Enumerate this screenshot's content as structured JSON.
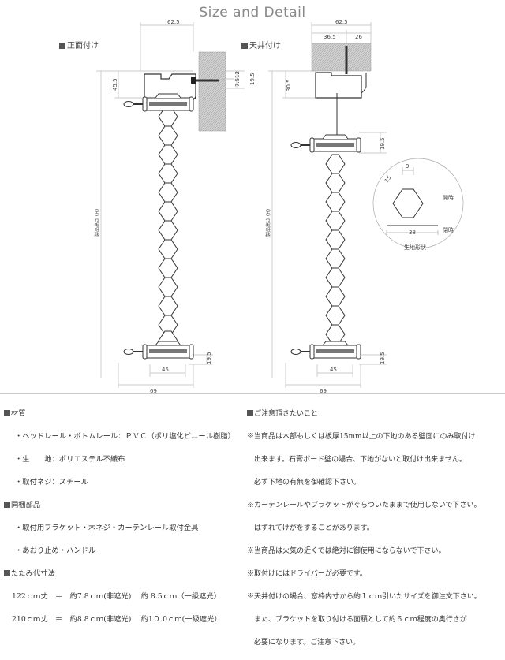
{
  "title": "Size and Detail",
  "front_mount": {
    "label": "正面付け",
    "dims": {
      "top": "62.5",
      "rail_h": "45.5",
      "screw_a": "7.5",
      "screw_b": "12",
      "rail_right": "19.5",
      "height": "製品高さ (H)",
      "bottom_rail": "19.5",
      "bottom_inner": "45",
      "bottom_outer": "69"
    }
  },
  "ceiling_mount": {
    "label": "天井付け",
    "dims": {
      "top": "62.5",
      "top_left": "36.5",
      "top_right": "26",
      "rail_h": "30.5",
      "upper_rail": "19.5",
      "height": "製品高さ (H)",
      "bottom_rail": "19.5",
      "bottom_inner": "45",
      "bottom_outer": "69"
    }
  },
  "fabric_detail": {
    "title": "生地形状",
    "side": "15",
    "top": "9",
    "width": "38",
    "state_hex": "開時",
    "state_flat": "閉時"
  },
  "materials": {
    "heading": "材質",
    "items": [
      "・ヘッドレール・ボトムレール：ＰＶＣ（ポリ塩化ビニール樹脂）",
      "・生　　地：ポリエステル不織布",
      "・取付ネジ：スチール"
    ]
  },
  "parts": {
    "heading": "同梱部品",
    "items": [
      "・取付用ブラケット・木ネジ・カーテンレール取付金具",
      "・あおり止め・ハンドル"
    ]
  },
  "folded": {
    "heading": "たたみ代寸法",
    "rows": [
      "122ｃｍ丈　＝　約7.8ｃｍ(非遮光)　 約 8.5ｃｍ（一級遮光）",
      "210ｃｍ丈　＝　約8.8ｃｍ(非遮光)　 約1０.0ｃｍ(一級遮光）"
    ]
  },
  "notes": {
    "heading": "ご注意頂きたいこと",
    "lines": [
      "※当商品は木部もしくは板厚15mm以上の下地のある壁面にのみ取付け",
      "　出来ます。石膏ボード壁の場合、下地がないと取付け出来ません。",
      "　必ず下地の有無を御確認下さい。",
      "※カーテンレールやブラケットがぐらついたままで使用しないで下さい。",
      "　はずれてけがをすることがあります。",
      "※当商品は火気の近くでは絶対に御使用にならないで下さい。",
      "※取付けにはドライバーが必要です。",
      "※天井付けの場合、窓枠内寸から約１ｃｍ引いたサイズを御注文下さい。",
      "　また、ブラケットを取り付ける面積として約６ｃｍ程度の奥行きが",
      "　必要になります。ご注意下さい。"
    ]
  }
}
